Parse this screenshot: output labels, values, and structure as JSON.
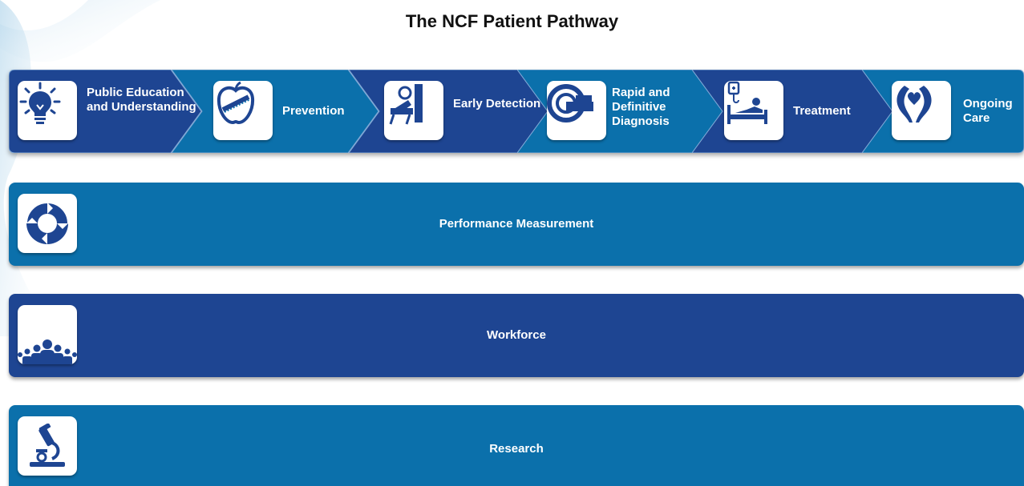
{
  "title": "The NCF Patient Pathway",
  "pathway": [
    {
      "label": "Public Education and Understanding",
      "icon": "lightbulb-icon"
    },
    {
      "label": "Prevention",
      "icon": "apple-icon"
    },
    {
      "label": "Early Detection",
      "icon": "patient-screening-icon"
    },
    {
      "label": "Rapid and Definitive Diagnosis",
      "icon": "scanner-icon"
    },
    {
      "label": "Treatment",
      "icon": "hospital-bed-icon"
    },
    {
      "label": "Ongoing Care",
      "icon": "caring-hands-icon"
    }
  ],
  "bands": [
    {
      "label": "Performance Measurement",
      "icon": "cycle-arrows-icon"
    },
    {
      "label": "Workforce",
      "icon": "people-group-icon"
    },
    {
      "label": "Research",
      "icon": "microscope-icon"
    }
  ],
  "colors": {
    "dark_blue": "#1e4592",
    "light_blue": "#0b70ab"
  }
}
